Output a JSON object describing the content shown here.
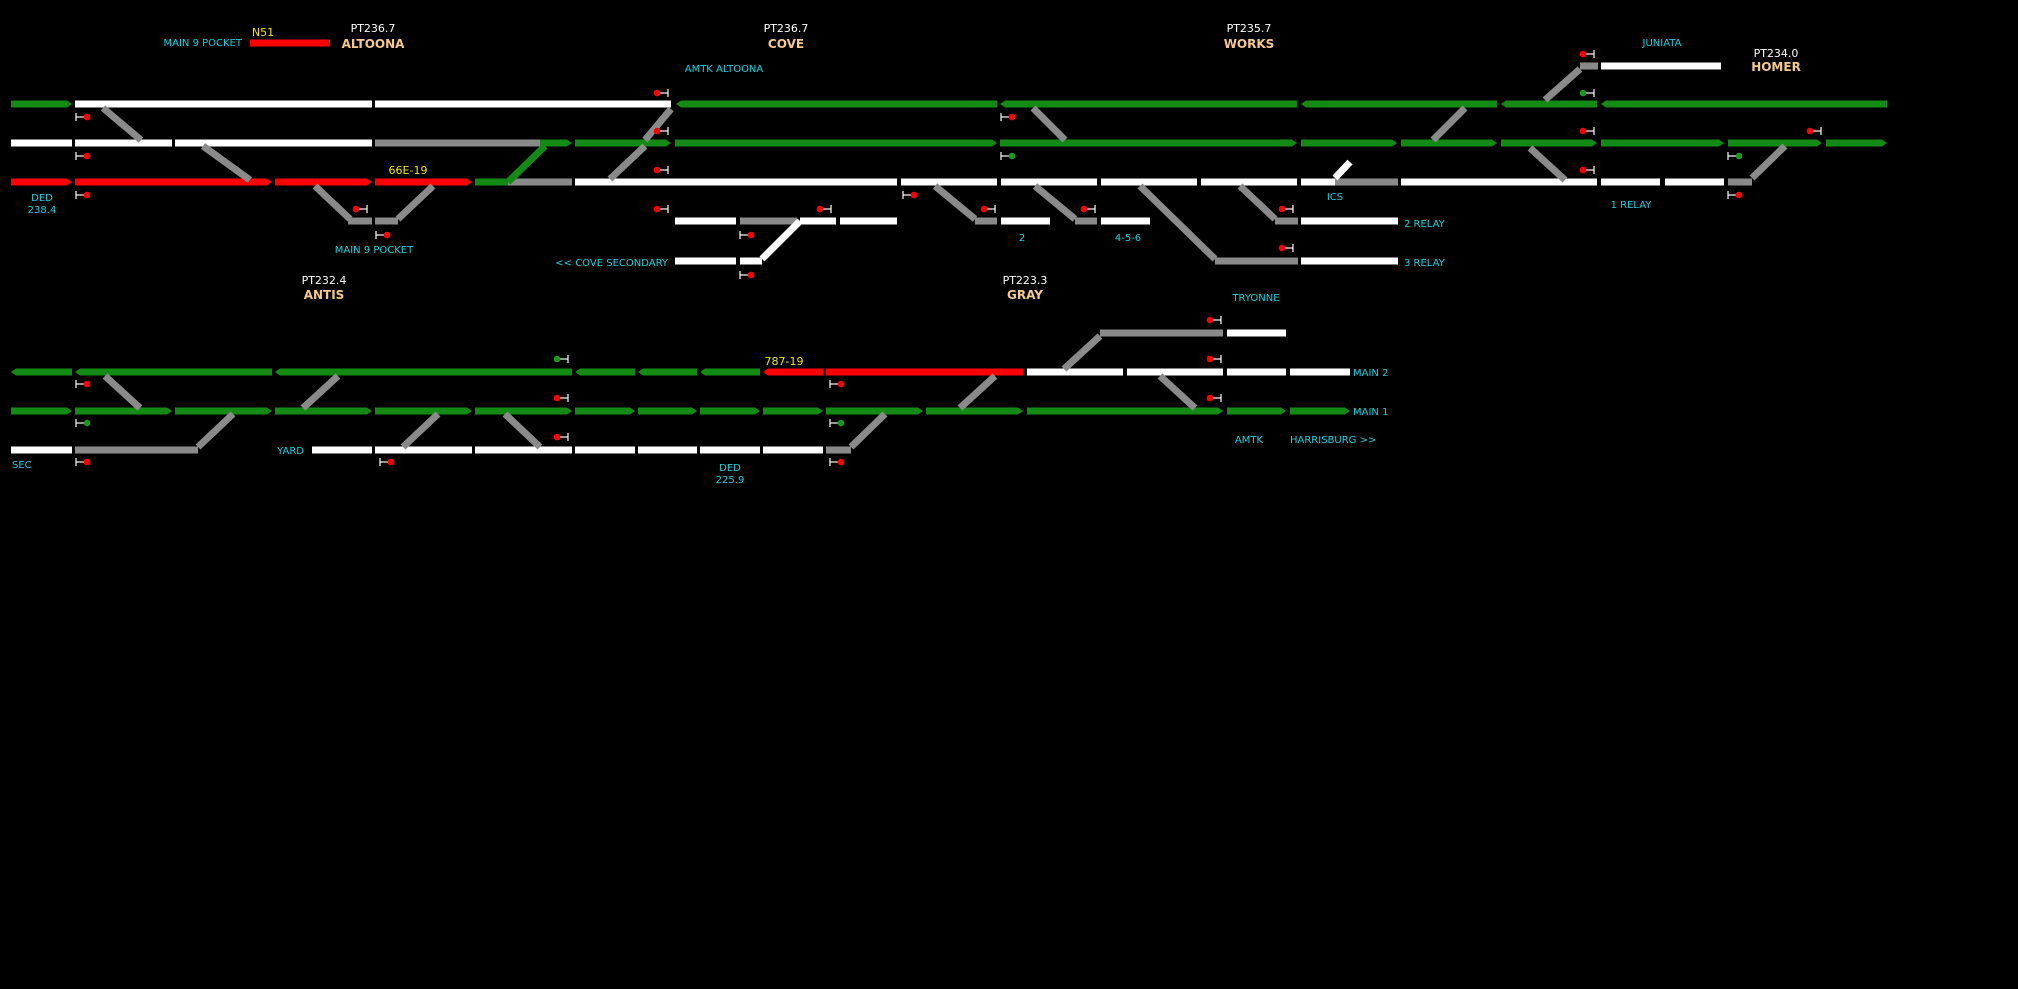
{
  "colors": {
    "occupied": "#ff0000",
    "lined": "#138a13",
    "idle": "#ffffff",
    "switch": "#8a8a8a",
    "signal_stop": "#ff0000",
    "signal_clear": "#1a9a1a",
    "mast": "#ffffff",
    "label": "#19d1e0",
    "cp_name": "#f5c98a",
    "cp_mp": "#ffffff",
    "train_tag": "#f2e600"
  },
  "control_points": [
    {
      "mp": "PT236.7",
      "name": "ALTOONA"
    },
    {
      "mp": "PT236.7",
      "name": "COVE"
    },
    {
      "mp": "PT235.7",
      "name": "WORKS"
    },
    {
      "mp": "PT234.0",
      "name": "HOMER"
    },
    {
      "mp": "PT232.4",
      "name": "ANTIS"
    },
    {
      "mp": "PT223.3",
      "name": "GRAY"
    }
  ],
  "labels": {
    "main9_pocket_top": "MAIN 9 POCKET",
    "main9_pocket_bottom": "MAIN 9 POCKET",
    "amtk_altoona": "AMTK ALTOONA",
    "juniata": "JUNIATA",
    "ded_238": "DED",
    "ded_238_mp": "238.4",
    "cove_secondary": "<< COVE SECONDARY",
    "ics": "ICS",
    "relay_1": "1 RELAY",
    "relay_2": "2 RELAY",
    "relay_3": "3 RELAY",
    "track_2": "2",
    "track_456": "4-5-6",
    "tryonne": "TRYONNE",
    "main_2": "MAIN 2",
    "main_1": "MAIN 1",
    "amtk": "AMTK",
    "harrisburg": "HARRISBURG >>",
    "sec": "SEC",
    "yard": "YARD",
    "ded_225": "DED",
    "ded_225_mp": "225.9"
  },
  "trains": [
    {
      "symbol": "N51"
    },
    {
      "symbol": "66E-19"
    },
    {
      "symbol": "787-19"
    }
  ]
}
